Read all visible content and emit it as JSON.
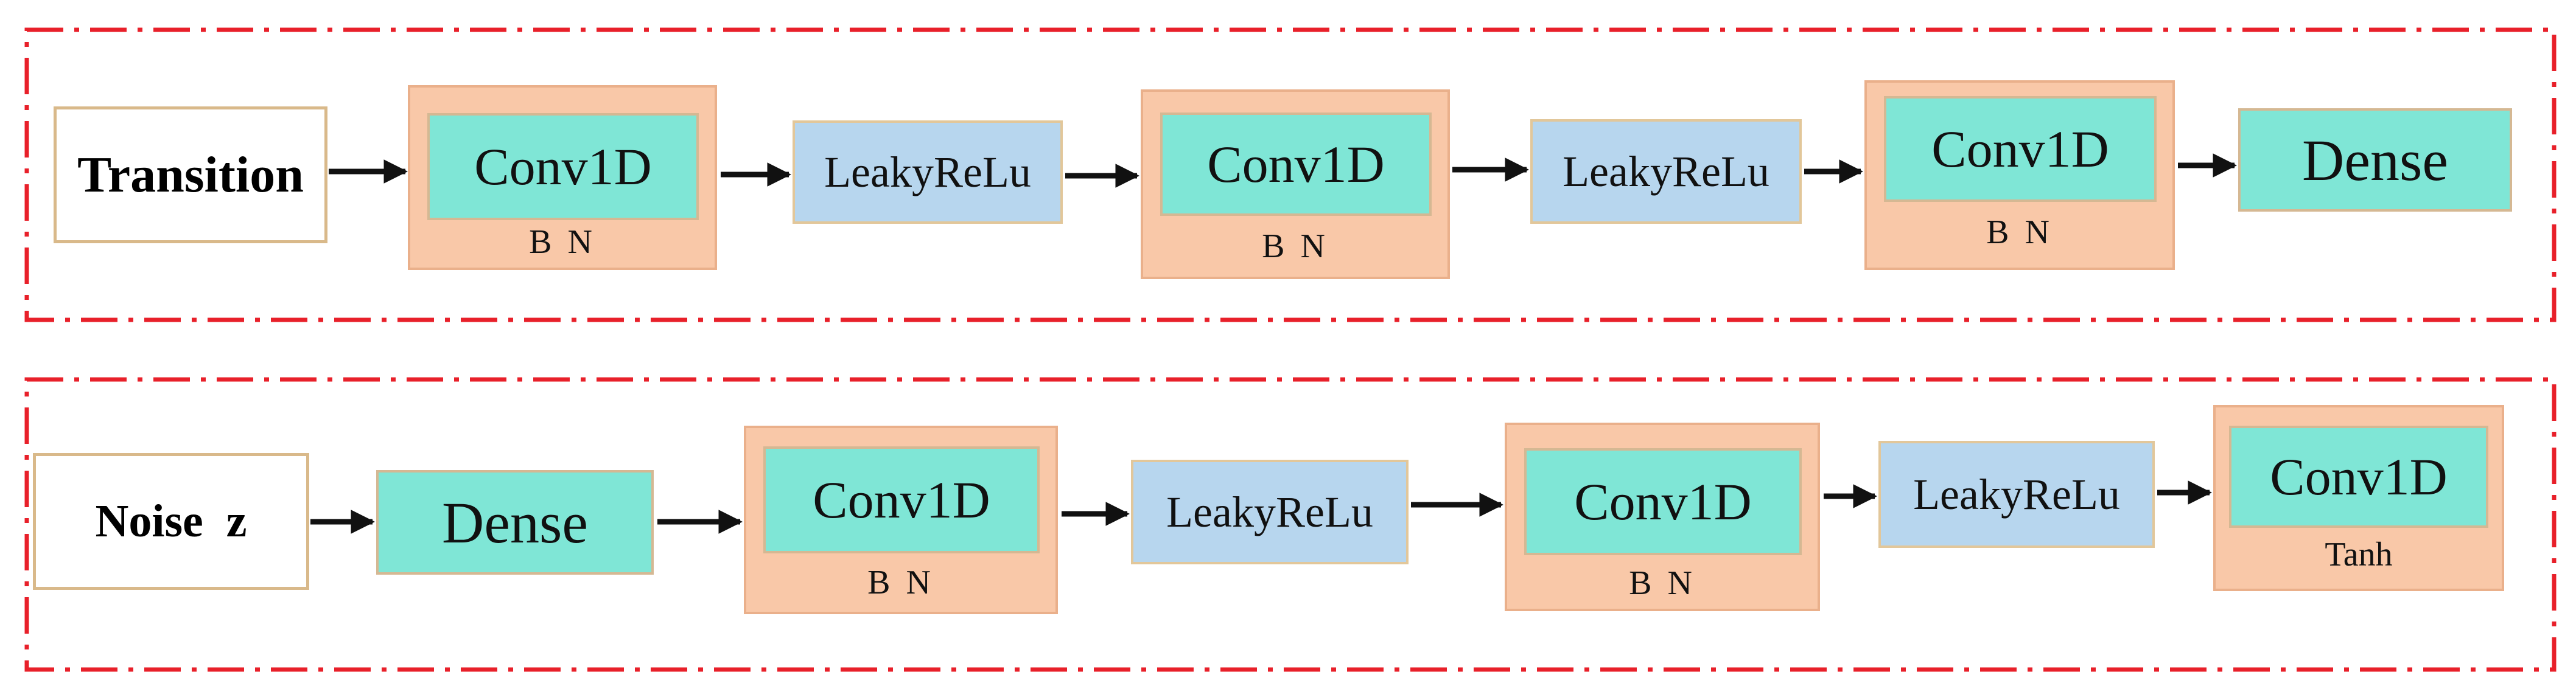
{
  "colors": {
    "frame": "#e8202a",
    "conv": "#7fe6d6",
    "bn_wrap": "#f9c8a8",
    "leaky": "#b7d6ee",
    "arrow": "#111111"
  },
  "top_row": {
    "input_label": "Transition",
    "conv1": {
      "label": "Conv1D",
      "sub": "B N"
    },
    "leaky1": "LeakyReLu",
    "conv2": {
      "label": "Conv1D",
      "sub": "B N"
    },
    "leaky2": "LeakyReLu",
    "conv3": {
      "label": "Conv1D",
      "sub": "B N"
    },
    "dense": "Dense"
  },
  "bottom_row": {
    "input_label": "Noise  z",
    "dense": "Dense",
    "conv1": {
      "label": "Conv1D",
      "sub": "B N"
    },
    "leaky1": "LeakyReLu",
    "conv2": {
      "label": "Conv1D",
      "sub": "B N"
    },
    "leaky2": "LeakyReLu",
    "conv3": {
      "label": "Conv1D",
      "sub": "Tanh"
    }
  }
}
